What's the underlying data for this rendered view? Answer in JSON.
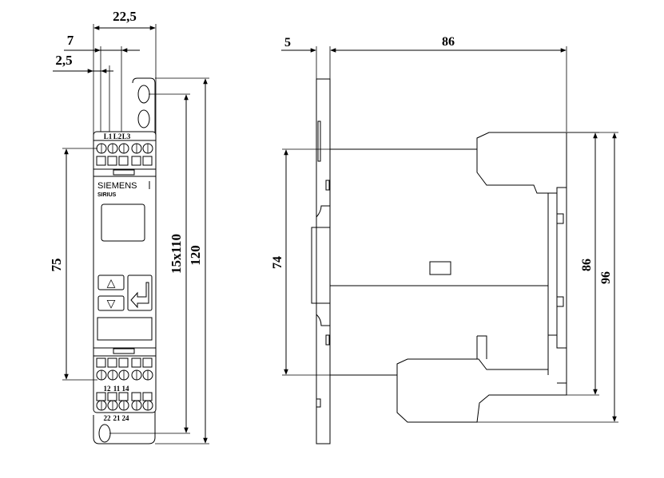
{
  "front_view": {
    "dimensions": {
      "width_total": "22,5",
      "terminal_pitch": "7",
      "terminal_offset": "2,5",
      "mount_spacing": "75",
      "hole_spacing": "15x110",
      "height_total": "120"
    },
    "terminal_labels": {
      "top": [
        "L1",
        "L2",
        "L3"
      ],
      "mid": [
        "12",
        "11",
        "14"
      ],
      "bottom": [
        "22",
        "21",
        "24"
      ]
    },
    "brand": "SIEMENS",
    "product": "SIRIUS",
    "buttons": {
      "up": "△",
      "down": "▽",
      "enter": "⏎"
    }
  },
  "side_view": {
    "dimensions": {
      "rail_depth": "5",
      "body_depth": "86",
      "rail_height": "74",
      "body_height": "86",
      "total_height": "96"
    }
  }
}
